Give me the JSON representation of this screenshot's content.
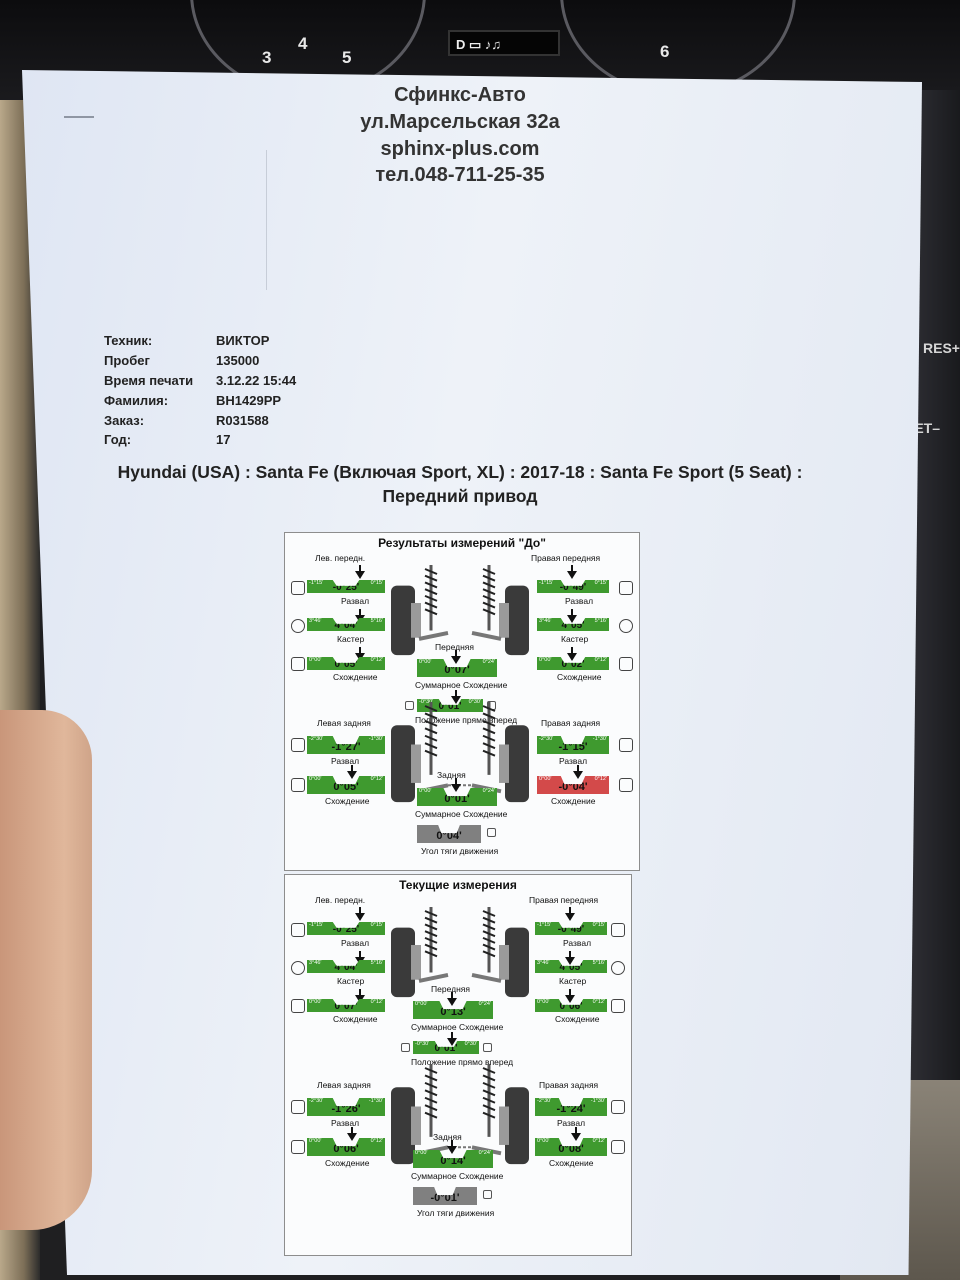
{
  "backdrop": {
    "gauge_left_numbers": [
      "3",
      "4",
      "5"
    ],
    "gauge_right_number": "6",
    "lcd": "D ▭ ♪♫",
    "control_res": "RES+",
    "control_set": "SET–"
  },
  "header": {
    "company": "Сфинкс-Авто",
    "address": "ул.Марсельская 32а",
    "website": "sphinx-plus.com",
    "phone": "тел.048-711-25-35"
  },
  "fields": [
    {
      "label": "Техник:",
      "value": "ВИКТОР"
    },
    {
      "label": "Пробег",
      "value": "135000"
    },
    {
      "label": "Время печати",
      "value": "3.12.22 15:44"
    },
    {
      "label": "Фамилия:",
      "value": "ВН1429РР"
    },
    {
      "label": "Заказ:",
      "value": "R031588"
    },
    {
      "label": "Год:",
      "value": "17"
    }
  ],
  "vehicle": {
    "line1": "Hyundai (USA) : Santa Fe (Включая Sport, XL) : 2017-18 : Santa Fe Sport (5 Seat) :",
    "line2": "Передний привод"
  },
  "labels": {
    "left_front": "Лев. передн.",
    "right_front": "Правая передняя",
    "camber": "Развал",
    "caster": "Кастер",
    "toe": "Схождение",
    "front": "Передняя",
    "rear": "Задняя",
    "total_toe": "Суммарное Схождение",
    "straight_ahead": "Положение прямо вперед",
    "left_rear": "Левая задняя",
    "right_rear": "Правая задняя",
    "thrust_angle": "Угол тяги движения"
  },
  "before": {
    "title": "Результаты измерений \"До\"",
    "front_left": {
      "camber": "-0°25'",
      "caster": "4°04'",
      "toe": "0°05'",
      "camber_tol": [
        "-1°15'",
        "0°15'"
      ],
      "caster_tol": [
        "3°46'",
        "5°16'"
      ],
      "toe_tol": [
        "0°00'",
        "0°12'"
      ]
    },
    "front_right": {
      "camber": "-0°49'",
      "caster": "4°05'",
      "toe": "0°02'",
      "camber_tol": [
        "-1°15'",
        "0°15'"
      ],
      "caster_tol": [
        "3°46'",
        "5°16'"
      ],
      "toe_tol": [
        "0°00'",
        "0°12'"
      ]
    },
    "front_total_toe": "0°07'",
    "front_total_tol": [
      "0°00'",
      "0°24'"
    ],
    "straight_ahead": "0°01'",
    "straight_tol": [
      "-0°30'",
      "0°30'"
    ],
    "rear_left": {
      "camber": "-1°27'",
      "toe": "0°05'",
      "camber_tol": [
        "-2°30'",
        "-1°30'"
      ],
      "toe_tol": [
        "0°00'",
        "0°12'"
      ]
    },
    "rear_right": {
      "camber": "-1°15'",
      "toe": "-0°04'",
      "camber_tol": [
        "-2°30'",
        "-1°30'"
      ],
      "toe_tol": [
        "0°00'",
        "0°12'"
      ],
      "toe_out_of_range": true
    },
    "rear_total_toe": "0°01'",
    "rear_total_tol": [
      "0°00'",
      "0°24'"
    ],
    "thrust_angle": "0°04'"
  },
  "current": {
    "title": "Текущие измерения",
    "front_left": {
      "camber": "-0°25'",
      "caster": "4°04'",
      "toe": "0°07'",
      "camber_tol": [
        "-1°15'",
        "0°15'"
      ],
      "caster_tol": [
        "3°46'",
        "5°16'"
      ],
      "toe_tol": [
        "0°00'",
        "0°12'"
      ]
    },
    "front_right": {
      "camber": "-0°49'",
      "caster": "4°05'",
      "toe": "0°06'",
      "camber_tol": [
        "-1°15'",
        "0°15'"
      ],
      "caster_tol": [
        "3°46'",
        "5°16'"
      ],
      "toe_tol": [
        "0°00'",
        "0°12'"
      ]
    },
    "front_total_toe": "0°13'",
    "front_total_tol": [
      "0°00'",
      "0°24'"
    ],
    "straight_ahead": "0°01'",
    "straight_tol": [
      "-0°30'",
      "0°30'"
    ],
    "rear_left": {
      "camber": "-1°26'",
      "toe": "0°06'",
      "camber_tol": [
        "-2°30'",
        "-1°30'"
      ],
      "toe_tol": [
        "0°00'",
        "0°12'"
      ]
    },
    "rear_right": {
      "camber": "-1°24'",
      "toe": "0°08'",
      "camber_tol": [
        "-2°30'",
        "-1°30'"
      ],
      "toe_tol": [
        "0°00'",
        "0°12'"
      ]
    },
    "rear_total_toe": "0°14'",
    "rear_total_tol": [
      "0°00'",
      "0°24'"
    ],
    "thrust_angle": "-0°01'"
  },
  "colors": {
    "in_tolerance": "#3f9a2f",
    "out_of_tolerance": "#d34a4a",
    "neutral": "#808080"
  }
}
